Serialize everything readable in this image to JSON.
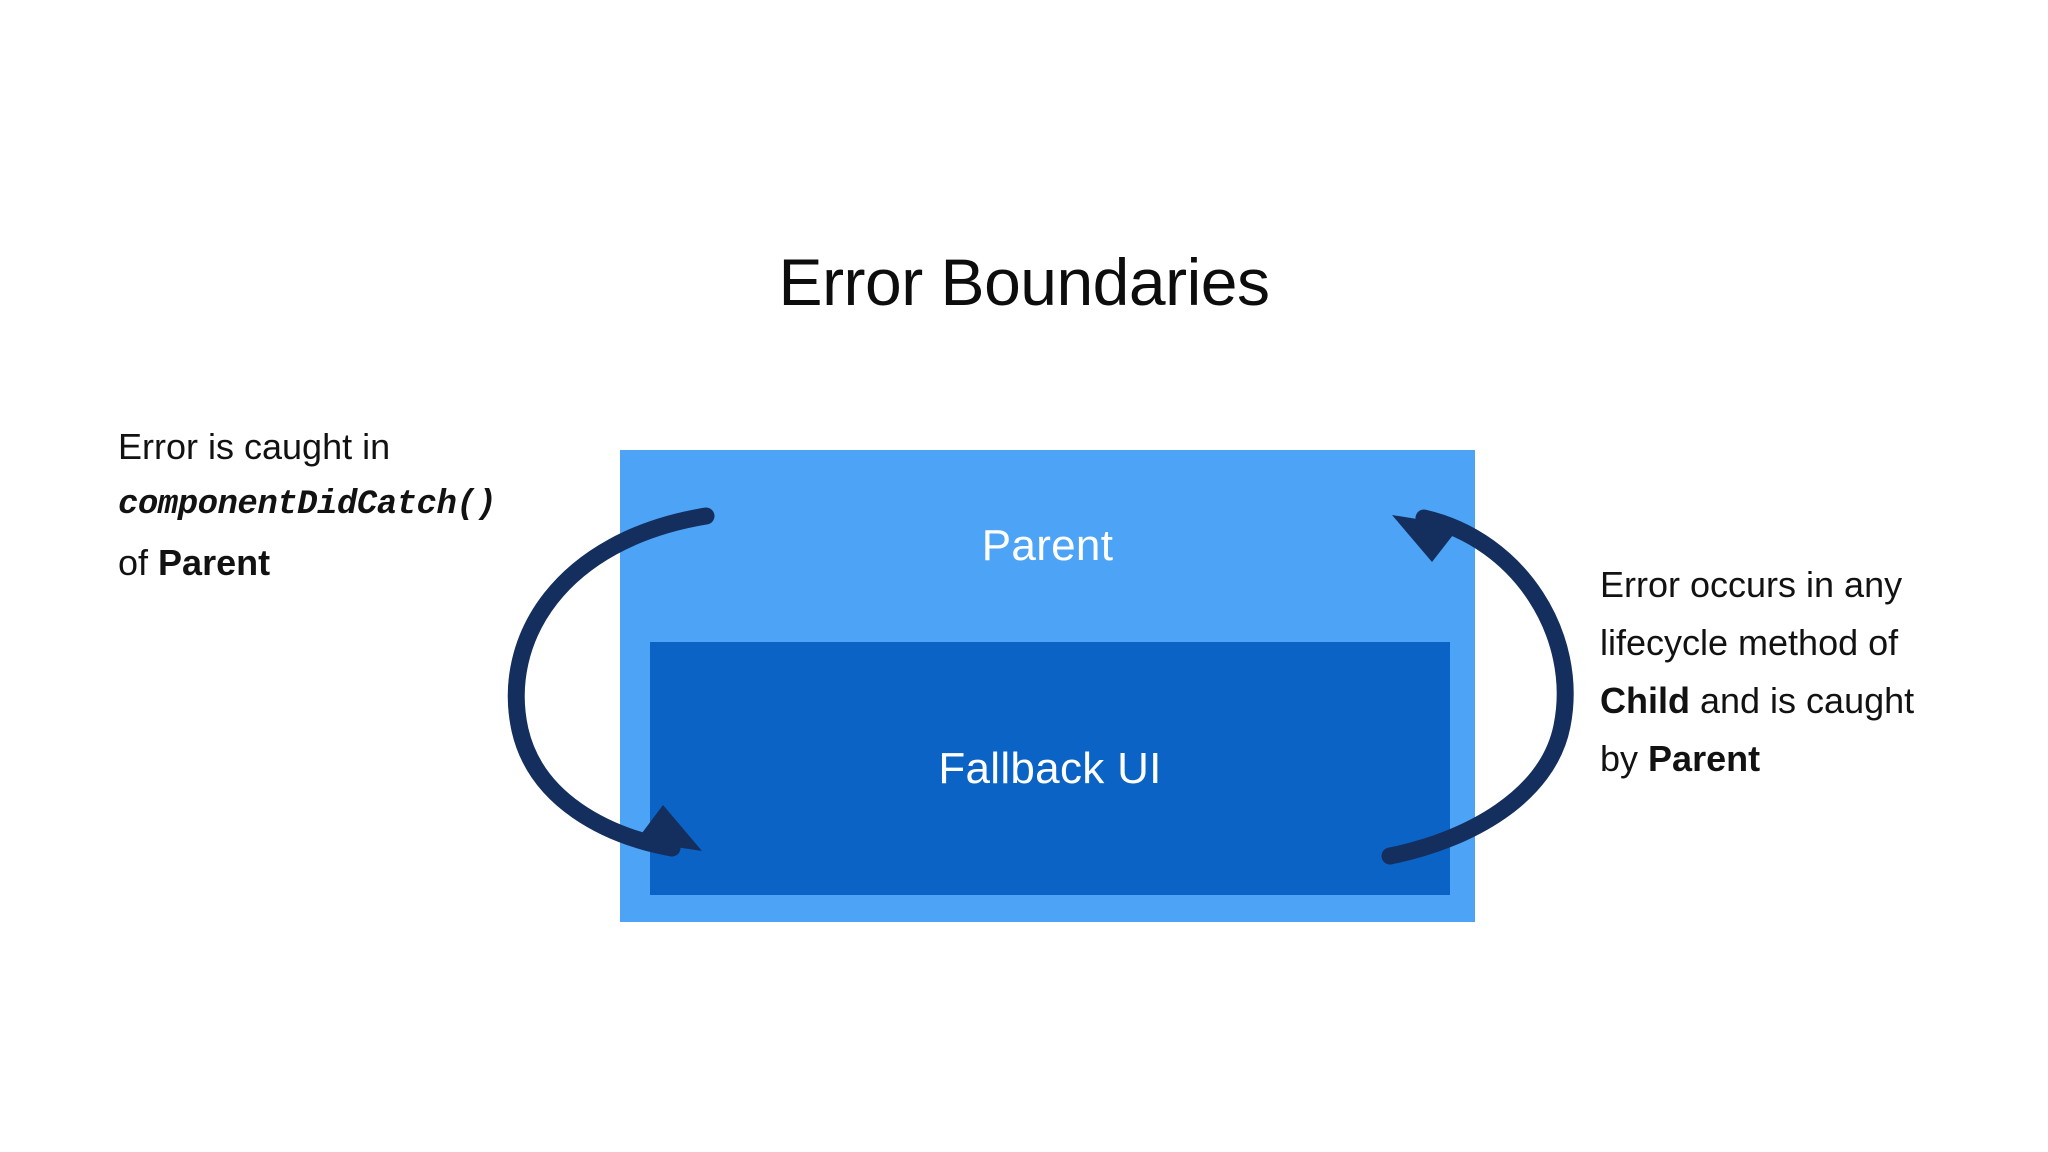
{
  "slide": {
    "background_color": "#ffffff",
    "title": "Error Boundaries"
  },
  "diagram": {
    "type": "nested-boxes-with-cycle-arrows",
    "outer_box": {
      "label": "Parent",
      "fill_color": "#4da3f5",
      "text_color": "#ffffff"
    },
    "inner_box": {
      "label": "Fallback UI",
      "fill_color": "#0b63c5",
      "text_color": "#ffffff"
    },
    "arrow_color": "#142f5e",
    "left_arrow": {
      "name": "catch-flow-arrow",
      "direction": "from Parent header down into Fallback UI"
    },
    "right_arrow": {
      "name": "error-propagation-arrow",
      "direction": "from Fallback UI up to Parent header"
    }
  },
  "annotations": {
    "left": {
      "line1": "Error is caught in",
      "code": "componentDidCatch()",
      "line3_prefix": "of ",
      "line3_bold": "Parent"
    },
    "right": {
      "line1": "Error occurs in any",
      "line2": "lifecycle method of",
      "line3_bold": "Child",
      "line3_suffix": " and is caught",
      "line4_prefix": "by ",
      "line4_bold": "Parent"
    }
  }
}
